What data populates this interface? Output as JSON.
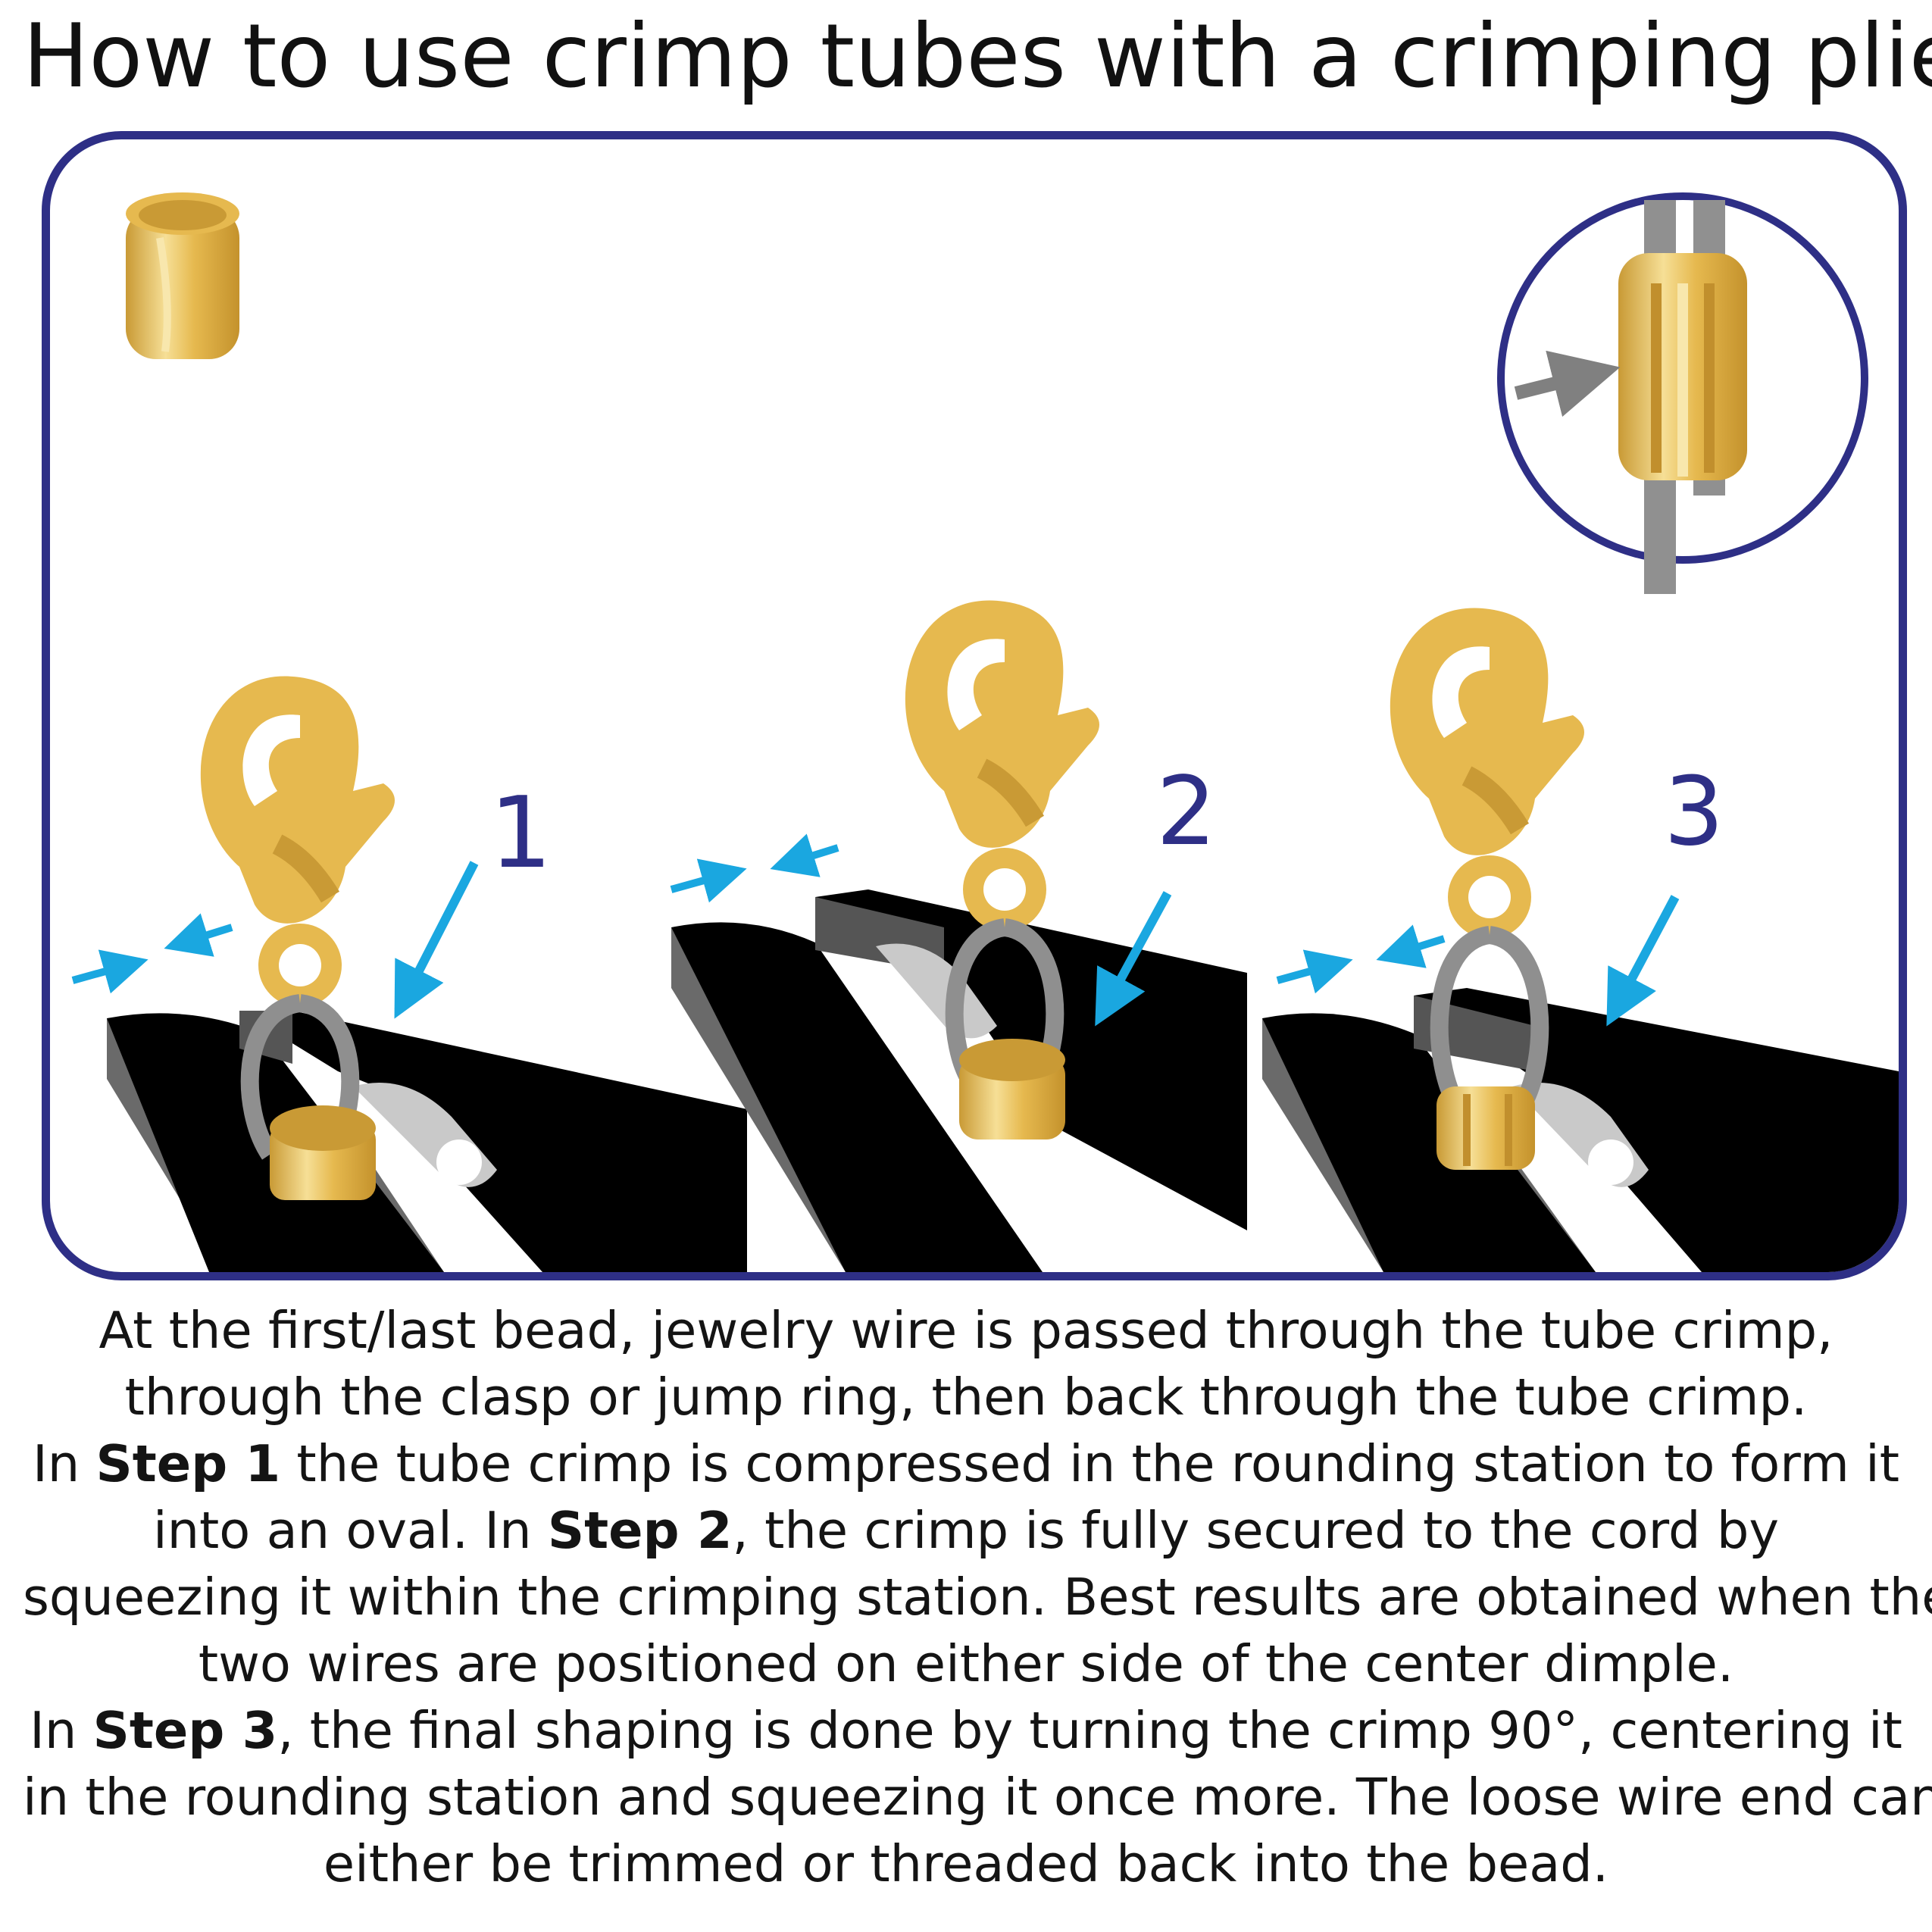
{
  "title": "How to use crimp tubes with a crimping plier:",
  "labels": {
    "step1": "1",
    "step2": "2",
    "step3": "3"
  },
  "description": {
    "line1": "At the first/last bead, jewelry wire is passed through the tube crimp,",
    "line2": "through the clasp or jump ring, then back through the tube crimp.",
    "line3": {
      "a": "In ",
      "b": "Step 1",
      "c": " the tube crimp is compressed in the rounding station to form it"
    },
    "line4": {
      "a": "into an oval. In ",
      "b": "Step 2",
      "c": ", the crimp is fully secured to the cord by"
    },
    "line5": "squeezing it within the crimping station. Best results are obtained when the",
    "line6": "two wires are positioned on either side of the center dimple.",
    "line7": {
      "a": "In ",
      "b": "Step 3",
      "c": ", the final shaping is done by turning the crimp 90°, centering it"
    },
    "line8": "in the rounding station and squeezing it once more. The loose wire end can",
    "line9": "either be trimmed or threaded back into the bead."
  },
  "colors": {
    "frame": "#2e2f86",
    "label": "#2e2f86",
    "arrow": "#1aa7e0",
    "gold": "#e6b94f",
    "gold_shadow": "#c99a35",
    "gold_light": "#f6df96",
    "wire": "#8f8f8f",
    "plier": "#000000",
    "plier_side": "#6a6a6a",
    "plier_inner": "#c9c9c9"
  },
  "icons": [
    "crimp-tube-icon",
    "lobster-clasp-icon",
    "plier-jaw-icon",
    "arrow-icon",
    "magnifier-detail-icon"
  ]
}
